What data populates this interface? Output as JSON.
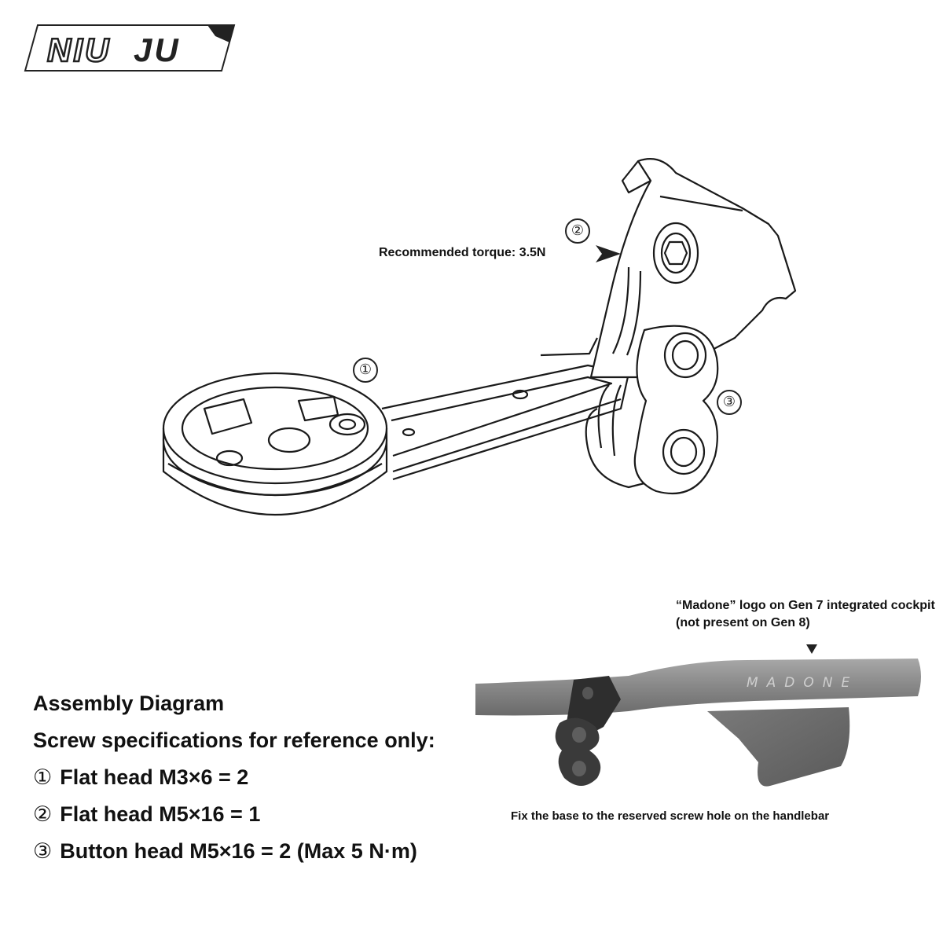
{
  "logo": {
    "text_left": "NIU",
    "text_right": "JU"
  },
  "diagram": {
    "callouts": [
      "①",
      "②",
      "③"
    ],
    "torque_label": "Recommended torque: 3.5N"
  },
  "handlebar": {
    "note": "“Madone” logo on Gen 7 integrated cockpit (not present on Gen 8)",
    "bar_text": "MADONE",
    "caption": "Fix the base to the reserved screw hole on the handlebar"
  },
  "specs": {
    "title": "Assembly Diagram",
    "subtitle": "Screw specifications for reference only:",
    "items": [
      {
        "num": "①",
        "text": "Flat head M3×6 = 2"
      },
      {
        "num": "②",
        "text": "Flat head M5×16 = 1"
      },
      {
        "num": "③",
        "text": "Button head M5×16 = 2 (Max 5 N·m)"
      }
    ]
  },
  "colors": {
    "line": "#1a1a1a",
    "bar": "#8a8a8a",
    "bar_dark": "#5f5f5f",
    "mount": "#3a3a3a"
  }
}
